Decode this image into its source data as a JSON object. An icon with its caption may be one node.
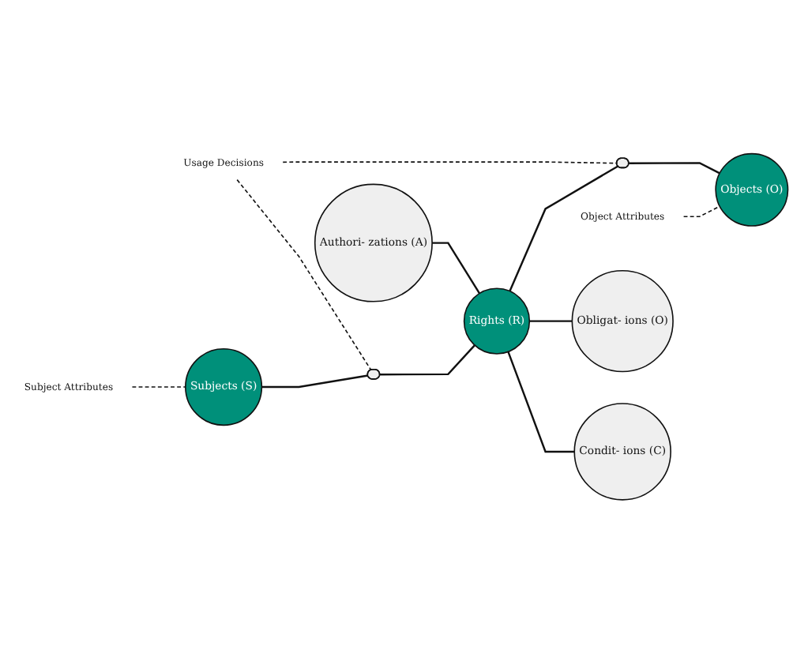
{
  "diagram": {
    "nodes": [
      {
        "text": [
          "Authori- zations (A)"
        ]
      },
      {
        "text": [
          "Usage Decisions"
        ]
      },
      {
        "text": [
          "Subjects (S)"
        ]
      },
      {
        "text": [],
        "shape": "ellipse"
      },
      {
        "text": [
          "Rights (R)"
        ]
      },
      {
        "text": [],
        "shape": "ellipse"
      },
      {
        "text": [
          "Objects (O)"
        ]
      },
      {
        "text": [
          "Subject Attributes"
        ]
      },
      {
        "text": [
          "Object Attributes"
        ]
      },
      {
        "text": [
          "Obligat- ions (O)"
        ]
      },
      {
        "text": [
          "Condit- ions (C)"
        ]
      }
    ],
    "edges": [
      {
        "from": 0,
        "to": 4,
        "arrow": "none"
      },
      {
        "from": 1,
        "to": 3,
        "arrow": "none",
        "style": "dashed"
      },
      {
        "from": 1,
        "to": 5,
        "arrow": "none",
        "style": "dashed"
      },
      {
        "from": 2,
        "to": 3,
        "arrow": "none"
      },
      {
        "from": 3,
        "to": 4,
        "arrow": "none"
      },
      {
        "from": 4,
        "to": 5,
        "arrow": "none"
      },
      {
        "from": 5,
        "to": 6,
        "arrow": "none"
      },
      {
        "from": 7,
        "to": 2,
        "arrow": "none",
        "style": "dashed"
      },
      {
        "from": 8,
        "to": 6,
        "arrow": "none",
        "style": "dashed"
      },
      {
        "from": 4,
        "to": 9,
        "arrow": "none"
      },
      {
        "from": 4,
        "to": 10,
        "arrow": "none"
      }
    ]
  }
}
